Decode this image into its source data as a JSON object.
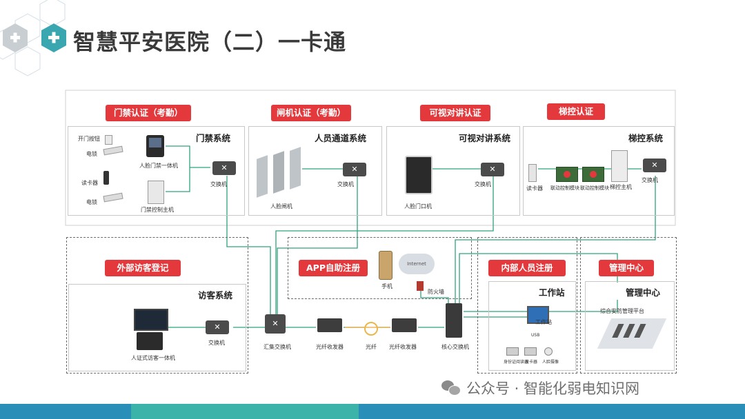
{
  "title": "智慧平安医院（二）一卡通",
  "sections": {
    "door": {
      "tag": "门禁认证（考勤）",
      "system": "门禁系统",
      "labels": {
        "open_button": "开门按钮",
        "lock1": "电锁",
        "reader": "读卡器",
        "lock2": "电锁",
        "face_terminal": "人脸门禁一体机",
        "controller": "门禁控制主机",
        "switch": "交换机"
      }
    },
    "gate": {
      "tag": "闸机认证（考勤）",
      "system": "人员通道系统",
      "labels": {
        "gate": "人脸闸机",
        "switch": "交换机"
      }
    },
    "intercom": {
      "tag": "可视对讲认证",
      "system": "可视对讲系统",
      "labels": {
        "unit": "人脸门口机",
        "switch": "交换机"
      }
    },
    "elevator": {
      "tag": "梯控认证",
      "system": "梯控系统",
      "labels": {
        "reader": "读卡器",
        "module1": "联动控制模块",
        "module2": "联动控制模块",
        "host": "梯控主机",
        "switch": "交换机"
      }
    },
    "visitor": {
      "tag": "外部访客登记",
      "system": "访客系统",
      "labels": {
        "kiosk": "人证式访客一体机",
        "switch": "交换机"
      }
    },
    "app": {
      "tag": "APP自助注册",
      "labels": {
        "phone": "手机",
        "internet": "Internet",
        "firewall": "防火墙"
      }
    },
    "staff": {
      "tag": "内部人员注册",
      "system": "工作站",
      "labels": {
        "workstation": "工作站",
        "usb": "USB",
        "dev1": "身份证阅读器",
        "dev2": "发卡器",
        "dev3": "人脸摄像"
      }
    },
    "mgmt": {
      "tag": "管理中心",
      "system": "管理中心",
      "labels": {
        "platform": "综合安防管理平台"
      }
    }
  },
  "backbone": {
    "aggregation": "汇集交换机",
    "transceiver1": "光纤收发器",
    "fiber": "光纤",
    "transceiver2": "光纤收发器",
    "core": "核心交换机"
  },
  "watermark": "公众号 · 智能化弱电知识网",
  "colors": {
    "accent_red": "#e4393c",
    "link_green": "#2fa37a",
    "footer_blue": "#2a8fb8",
    "footer_teal": "#3bb3a8"
  }
}
